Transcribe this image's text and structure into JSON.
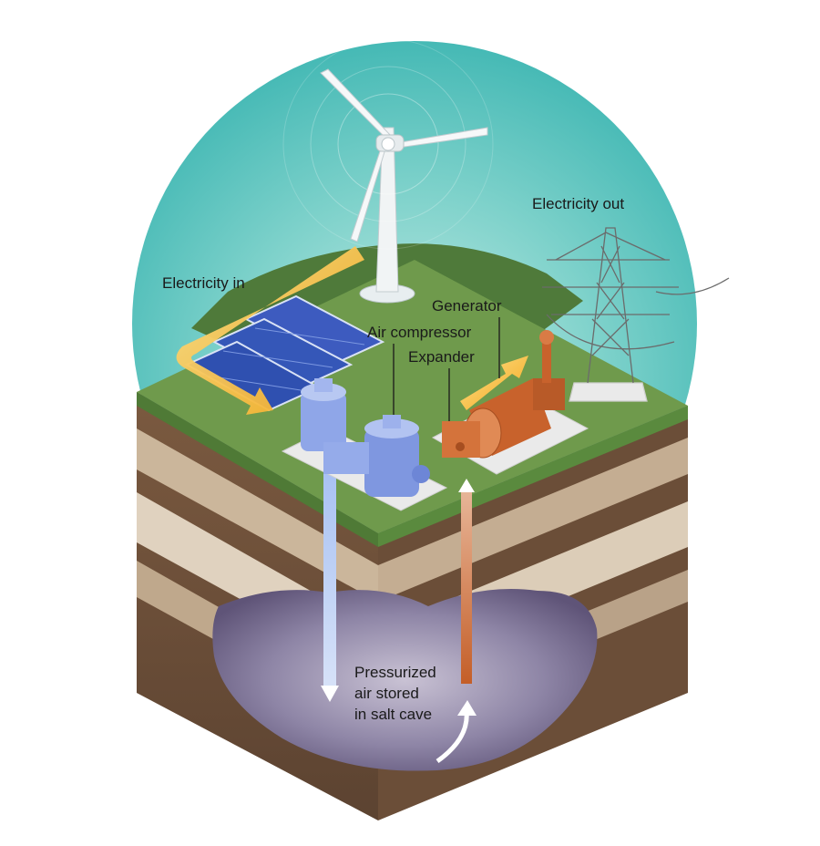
{
  "labels": {
    "electricity_in": "Electricity in",
    "electricity_out": "Electricity out",
    "generator": "Generator",
    "air_compressor": "Air compressor",
    "expander": "Expander",
    "storage_line1": "Pressurized",
    "storage_line2": "air stored",
    "storage_line3": "in salt cave"
  },
  "colors": {
    "sky": "#4fc3bf",
    "grass": "#6f9a4c",
    "soil_dark": "#5a4030",
    "soil_light": "#d8c8b0",
    "cave": "#7a6f93",
    "compressor": "#8fa6e8",
    "generator": "#c8622c",
    "energy_arrow": "#f5b82e",
    "air_in_pipe": "#a7c0f2",
    "air_out_pipe": "#c8652e"
  },
  "icons": [
    "wind-turbine-icon",
    "solar-panel-icon",
    "transmission-tower-icon",
    "compressor-icon",
    "generator-icon"
  ]
}
